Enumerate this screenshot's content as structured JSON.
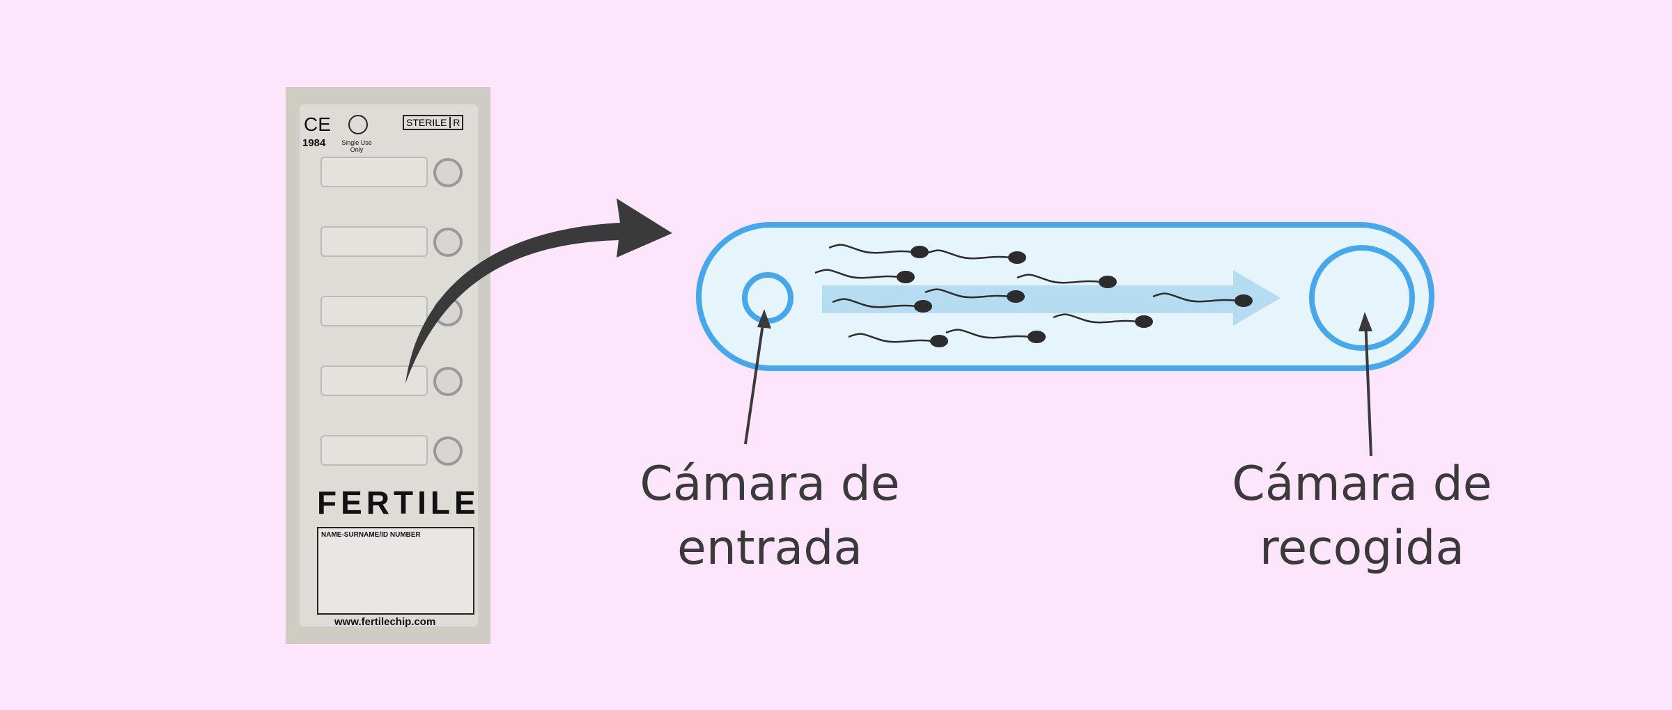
{
  "chip": {
    "ce_mark": "CE",
    "ce_number": "1984",
    "single_use": "Single Use Only",
    "sterile": "STERILE",
    "sterile_code": "R",
    "brand": "FERTILE",
    "name_field": "NAME-SURNAME/ID NUMBER",
    "website": "www.fertilechip.com"
  },
  "labels": {
    "entry_line1": "Cámara de",
    "entry_line2": "entrada",
    "collection_line1": "Cámara de",
    "collection_line2": "recogida"
  },
  "colors": {
    "background": "#fde6fb",
    "channel_stroke": "#45a8ec",
    "channel_fill": "#e6f4fb",
    "flow_arrow": "#b5dcf0",
    "text": "#3a3a3a"
  }
}
